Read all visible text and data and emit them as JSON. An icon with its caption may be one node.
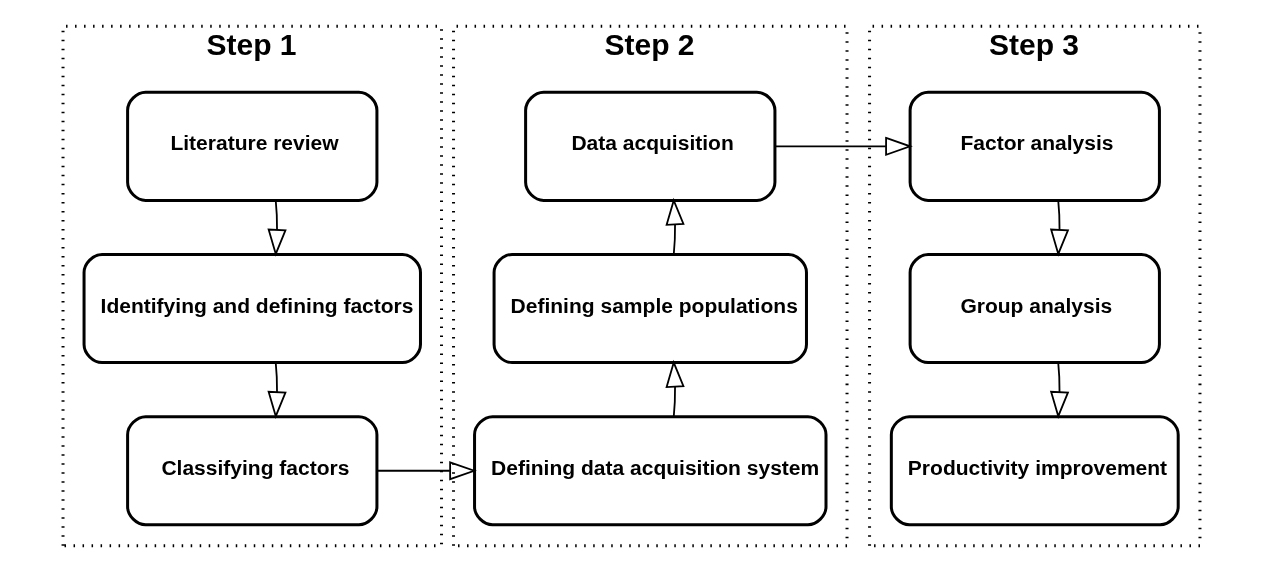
{
  "diagram": {
    "nodes": [
      {
        "text": [
          "Step 1"
        ]
      },
      {
        "text": [
          "Literature review"
        ],
        "in": 0
      },
      {
        "text": [
          "Identifying and defining factors"
        ],
        "in": 0
      },
      {
        "text": [
          "Classifying factors"
        ],
        "in": 0
      },
      {
        "text": [
          "Step 2"
        ]
      },
      {
        "text": [
          "Data acquisition"
        ],
        "in": 4
      },
      {
        "text": [
          "Defining sample populations"
        ],
        "in": 4
      },
      {
        "text": [
          "Defining data acquisition system"
        ],
        "in": 4
      },
      {
        "text": [
          "Step 3"
        ]
      },
      {
        "text": [
          "Factor analysis"
        ],
        "in": 8
      },
      {
        "text": [
          "Group analysis"
        ],
        "in": 8
      },
      {
        "text": [
          "Productivity improvement"
        ],
        "in": 8
      }
    ],
    "edges": [
      {
        "from": 1,
        "to": 2,
        "arrow": "to"
      },
      {
        "from": 2,
        "to": 3,
        "arrow": "to"
      },
      {
        "from": 3,
        "to": 7,
        "arrow": "to"
      },
      {
        "from": 7,
        "to": 6,
        "arrow": "to"
      },
      {
        "from": 6,
        "to": 5,
        "arrow": "to"
      },
      {
        "from": 5,
        "to": 9,
        "arrow": "to"
      },
      {
        "from": 9,
        "to": 10,
        "arrow": "to"
      },
      {
        "from": 10,
        "to": 11,
        "arrow": "to"
      }
    ]
  }
}
